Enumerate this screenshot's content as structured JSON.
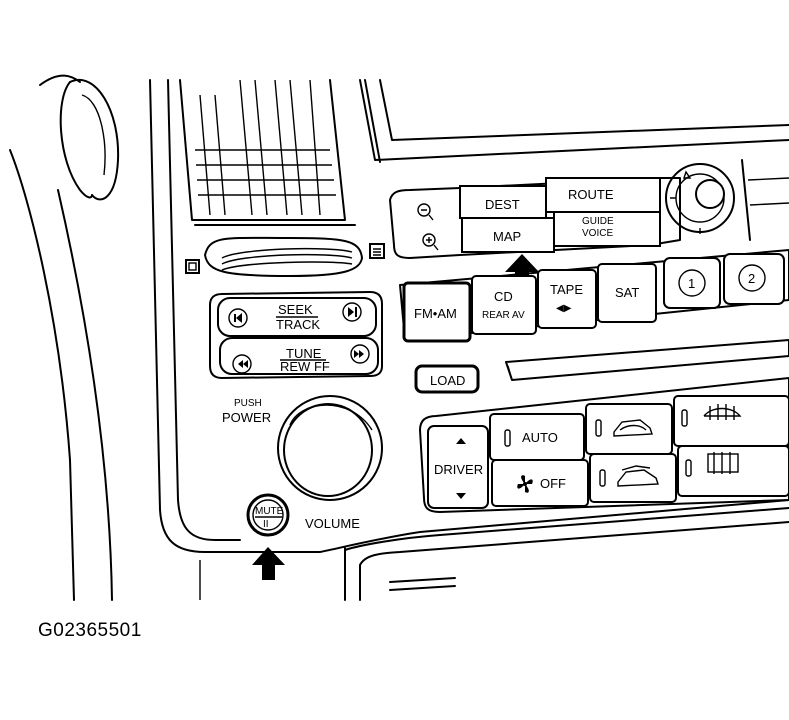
{
  "figure_id": "G02365501",
  "nav": {
    "dest": "DEST",
    "route": "ROUTE",
    "map": "MAP",
    "guide": "GUIDE",
    "voice": "VOICE"
  },
  "audio": {
    "fm_am": "FM•AM",
    "cd": "CD",
    "rear_av": "REAR AV",
    "tape": "TAPE",
    "tape_arrows": "◀▶",
    "sat": "SAT",
    "preset_1": "1",
    "preset_2": "2",
    "seek": "SEEK",
    "track": "TRACK",
    "tune": "TUNE",
    "rew_ff": "REW FF",
    "load": "LOAD",
    "push": "PUSH",
    "power": "POWER",
    "volume": "VOLUME",
    "mute": "MUTE",
    "mute_sub": "II"
  },
  "climate": {
    "driver": "DRIVER",
    "auto": "AUTO",
    "off": "OFF"
  },
  "icons": [
    "zoom-out-icon",
    "zoom-in-icon",
    "seek-prev-icon",
    "seek-next-icon",
    "rewind-icon",
    "fast-forward-icon",
    "fan-icon",
    "recirculation-icon",
    "fresh-air-icon",
    "front-defrost-icon",
    "rear-defrost-icon",
    "callout-arrow-icon"
  ],
  "colors": {
    "line": "#000000",
    "background": "#ffffff"
  }
}
